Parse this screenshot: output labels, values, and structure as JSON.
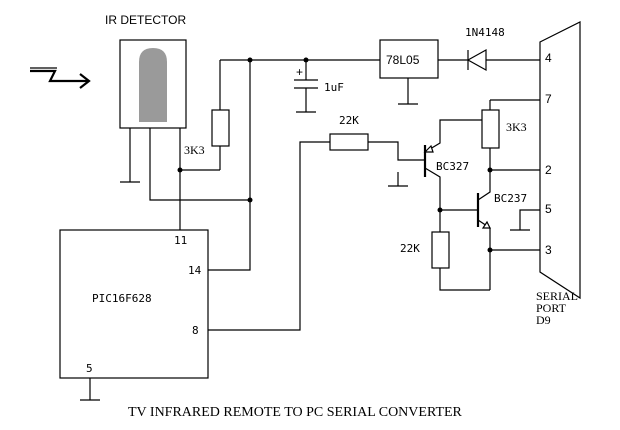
{
  "title": "TV INFRARED REMOTE TO PC SERIAL CONVERTER",
  "components": {
    "ir_detector": "IR DETECTOR",
    "regulator": "78L05",
    "diode": "1N4148",
    "capacitor": "1uF",
    "capacitor_polarity": "+",
    "resistor_r1": "3K3",
    "resistor_r2": "22K",
    "resistor_r3": "3K3",
    "resistor_r4": "22K",
    "transistor_pnp": "BC327",
    "transistor_npn": "BC237",
    "microcontroller": "PIC16F628"
  },
  "pic_pins": {
    "p11": "11",
    "p14": "14",
    "p8": "8",
    "p5": "5"
  },
  "serial_port": {
    "label_line1": "SERIAL",
    "label_line2": "PORT",
    "label_line3": "D9",
    "pin4": "4",
    "pin7": "7",
    "pin2": "2",
    "pin5": "5",
    "pin3": "3"
  },
  "colors": {
    "ink": "#000000",
    "background": "#ffffff",
    "detector_window": "#9a9a9a"
  }
}
